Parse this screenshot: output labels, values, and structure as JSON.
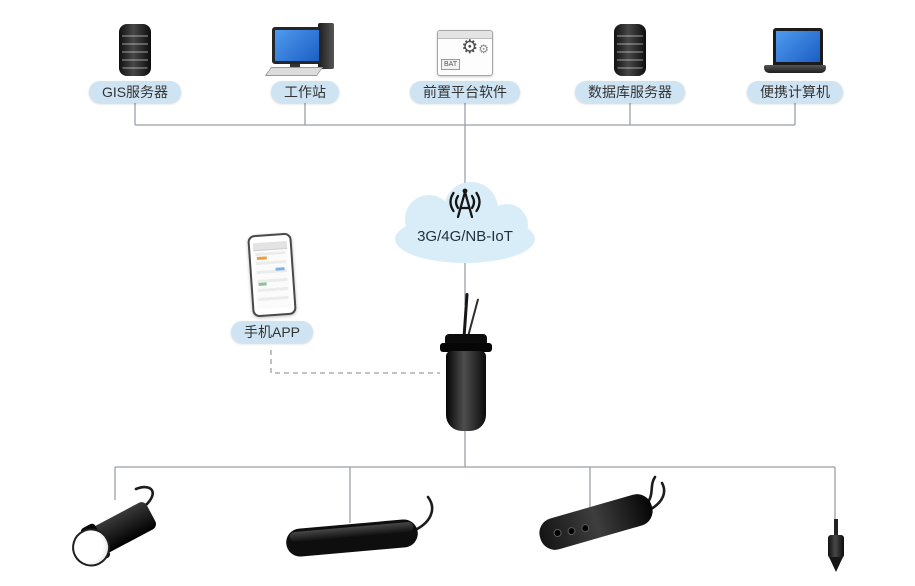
{
  "top_nodes": [
    {
      "label": "GIS服务器",
      "icon": "server-icon"
    },
    {
      "label": "工作站",
      "icon": "workstation-icon"
    },
    {
      "label": "前置平台软件",
      "icon": "software-window-icon",
      "icon_text": "BAT"
    },
    {
      "label": "数据库服务器",
      "icon": "server-icon"
    },
    {
      "label": "便携计算机",
      "icon": "laptop-icon"
    }
  ],
  "network_cloud": {
    "label": "3G/4G/NB-IoT",
    "icon": "antenna-icon"
  },
  "mobile_app": {
    "label": "手机APP",
    "icon": "smartphone-icon"
  },
  "field_device": {
    "icon": "telemetry-terminal-icon"
  },
  "sensors": [
    {
      "icon": "pressure-level-sensor-icon"
    },
    {
      "icon": "radar-bar-sensor-icon"
    },
    {
      "icon": "submersible-sensor-icon"
    },
    {
      "icon": "ultrasonic-probe-icon"
    }
  ],
  "colors": {
    "label_bg": "#cfe4f3",
    "label_text": "#333333",
    "cloud_fill": "#d9edf9",
    "line": "#9aa0a6",
    "background": "#ffffff"
  }
}
